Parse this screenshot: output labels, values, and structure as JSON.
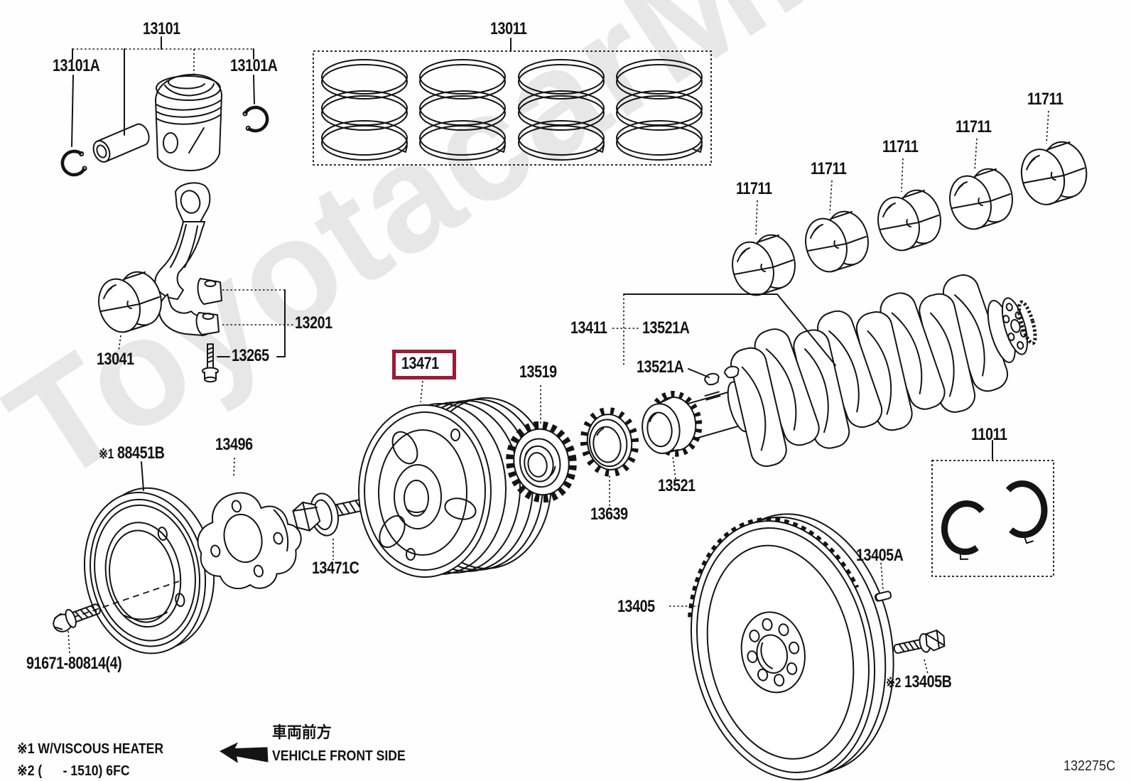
{
  "watermark": "ToyotacarMine.ru",
  "diagram_code": "132275C",
  "highlighted_part": "13471",
  "parts": {
    "p13101": "13101",
    "p13101a_l": "13101A",
    "p13101a_r": "13101A",
    "p13011": "13011",
    "p11711_1": "11711",
    "p11711_2": "11711",
    "p11711_3": "11711",
    "p11711_4": "11711",
    "p11711_5": "11711",
    "p13201": "13201",
    "p13041": "13041",
    "p13265": "13265",
    "p13471": "13471",
    "p13519": "13519",
    "p13411": "13411",
    "p13521a_1": "13521A",
    "p13521a_2": "13521A",
    "p13521": "13521",
    "p13639": "13639",
    "p11011": "11011",
    "p88451b_prefix": "※1",
    "p88451b": "88451B",
    "p13496": "13496",
    "p13471c": "13471C",
    "p91671": "91671-80814(4)",
    "p13405": "13405",
    "p13405a": "13405A",
    "p13405b_prefix": "※2",
    "p13405b": "13405B"
  },
  "notes": {
    "note1": "※1 W/VISCOUS HEATER",
    "note2": "※2 (      - 1510) 6FC"
  },
  "front_side": {
    "jp": "車両前方",
    "en": "VEHICLE FRONT SIDE"
  }
}
